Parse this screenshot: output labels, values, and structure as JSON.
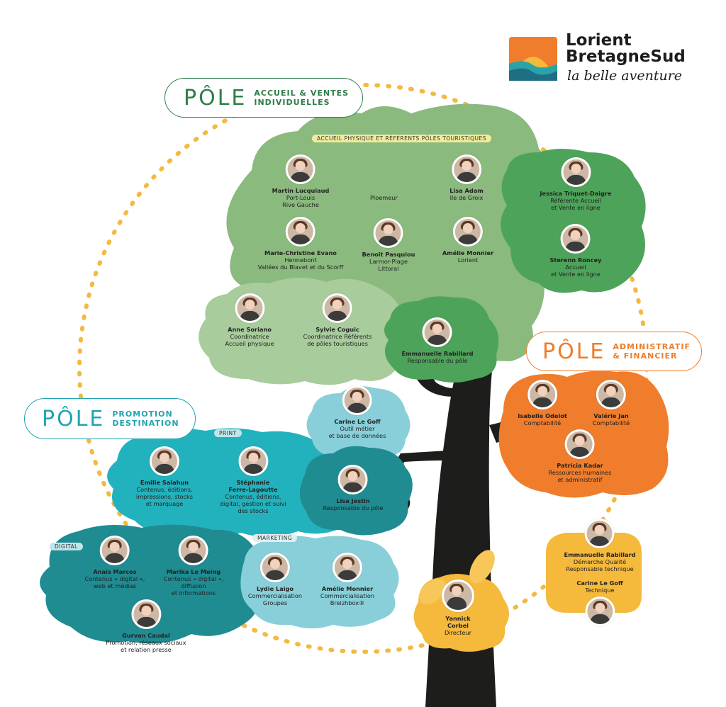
{
  "logo": {
    "line1": "Lorient",
    "line2": "BretagneSud",
    "tagline": "la belle aventure"
  },
  "poles": {
    "accueil": {
      "big": "PÔLE",
      "sub1": "ACCUEIL & VENTES",
      "sub2": "INDIVIDUELLES",
      "color": "#2f7d4a"
    },
    "admin": {
      "big": "PÔLE",
      "sub1": "ADMINISTRATIF",
      "sub2": "& FINANCIER",
      "color": "#ee7d2a"
    },
    "promo": {
      "big": "PÔLE",
      "sub1": "PROMOTION",
      "sub2": "DESTINATION",
      "color": "#20a4b1"
    }
  },
  "tags": {
    "accueil_physique": "ACCUEIL PHYSIQUE ET RÉFÉRENTS PÔLES TOURISTIQUES",
    "print": "PRINT",
    "digital": "DIGITAL",
    "marketing": "MARKETING"
  },
  "ploemeur": "Ploemeur",
  "people": {
    "martin": {
      "name": "Martin Lucquiaud",
      "r1": "Port-Louis",
      "r2": "Rive Gauche"
    },
    "lisa_adam": {
      "name": "Lisa Adam",
      "r1": "Ile de Groix"
    },
    "jessica": {
      "name": "Jessica Triquet-Daigre",
      "r1": "Référente Accueil",
      "r2": "et Vente en ligne"
    },
    "marie": {
      "name": "Marie-Christine Evano",
      "r1": "Hennebont",
      "r2": "Vallées du Blavet et du Scorff"
    },
    "benoit": {
      "name": "Benoit Pasquiou",
      "r1": "Larmor-Plage",
      "r2": "Littoral"
    },
    "amelie1": {
      "name": "Amélie Monnier",
      "r1": "Lorient"
    },
    "sterenn": {
      "name": "Sterenn Roncey",
      "r1": "Accueil",
      "r2": "et Vente en ligne"
    },
    "anne": {
      "name": "Anne Soriano",
      "r1": "Coordinatrice",
      "r2": "Accueil physique"
    },
    "sylvie": {
      "name": "Sylvie Coguic",
      "r1": "Coordinatrice Référents",
      "r2": "de pôles touristiques"
    },
    "emmanuelle1": {
      "name": "Emmanuelle Rabillard",
      "r1": "Responsable du pôle"
    },
    "isabelle": {
      "name": "Isabelle Odelot",
      "r1": "Comptabilité"
    },
    "valerie": {
      "name": "Valérie Jan",
      "r1": "Comptabilité"
    },
    "patricia": {
      "name": "Patricia Kadar",
      "r1": "Ressources humaines",
      "r2": "et administratif"
    },
    "carine1": {
      "name": "Carine Le Goff",
      "r1": "Outil métier",
      "r2": "et base de données"
    },
    "emilie": {
      "name": "Emilie Salahun",
      "r1": "Contenus, éditions,",
      "r2": "impressions, stocks",
      "r3": "et marquage"
    },
    "stephanie": {
      "name1": "Stéphanie",
      "name2": "Ferre-Lagoutte",
      "r1": "Contenus, éditions,",
      "r2": "digital, gestion et suivi",
      "r3": "des stocks"
    },
    "lisa_jestin": {
      "name": "Lisa Jestin",
      "r1": "Responsable du pôle"
    },
    "anais": {
      "name": "Anaïs Marcos",
      "r1": "Contenus « digital »,",
      "r2": "web et médias"
    },
    "marika": {
      "name": "Marika Le Moing",
      "r1": "Contenus « digital »,",
      "r2": "diffusion",
      "r3": "et informations"
    },
    "gurvan": {
      "name": "Gurvan Caudal",
      "r1": "Promotion, réseaux sociaux",
      "r2": "et relation presse"
    },
    "lydie": {
      "name": "Lydie Laigo",
      "r1": "Commercialisation",
      "r2": "Groupes"
    },
    "amelie2": {
      "name": "Amélie Monnier",
      "r1": "Commercialisation",
      "r2": "Breizhbox®"
    },
    "emmanuelle2": {
      "name": "Emmanuelle Rabillard",
      "r1": "Démarche Qualité",
      "r2": "Responsable technique"
    },
    "carine2": {
      "name": "Carine Le Goff",
      "r1": "Technique"
    },
    "yannick": {
      "name1": "Yannick",
      "name2": "Corbel",
      "r1": "Directeur"
    }
  },
  "colors": {
    "green_light": "#8aba7d",
    "green_pale": "#a8cc9c",
    "green_dark": "#4ea35a",
    "orange": "#ef7d2c",
    "orange_light": "#f5b93c",
    "teal": "#22b2bd",
    "teal_dark": "#1f8c92",
    "teal_pale": "#89cfd9",
    "trunk": "#1d1d1b",
    "dotted": "#f4b940"
  }
}
